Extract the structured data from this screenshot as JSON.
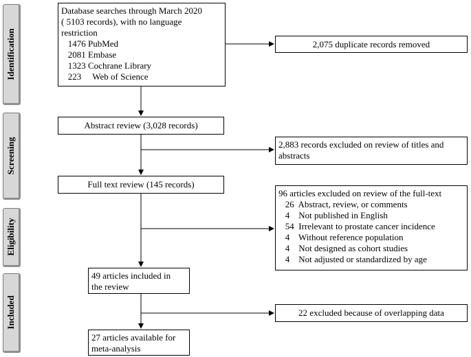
{
  "stages": {
    "identification": "Identification",
    "screening": "Screening",
    "eligibility": "Eligibility",
    "included": "Included"
  },
  "boxes": {
    "database_search": {
      "lines": [
        "Database searches through March 2020",
        "( 5103 records), with no language",
        "restriction",
        "   1476 PubMed",
        "   2081 Embase",
        "   1323 Cochrane Library",
        "   223     Web of Science"
      ]
    },
    "duplicates_removed": {
      "text": "2,075 duplicate records removed"
    },
    "abstract_review": {
      "text": "Abstract review (3,028 records)"
    },
    "excluded_titles": {
      "lines": [
        "2,883 records excluded on review of titles and",
        "abstracts"
      ]
    },
    "full_text_review": {
      "text": "Full text review (145 records)"
    },
    "excluded_fulltext": {
      "lines": [
        "96 articles excluded on review of the full-text",
        "   26  Abstract, review, or comments",
        "   4    Not published in English",
        "   54  Irrelevant to prostate cancer incidence",
        "   4    Without reference population",
        "   4    Not designed as cohort studies",
        "   4    Not adjusted or standardized by age"
      ]
    },
    "included_review": {
      "lines": [
        "49 articles included in",
        "the review"
      ]
    },
    "excluded_overlap": {
      "text": "22 excluded because of overlapping data"
    },
    "meta_analysis": {
      "lines": [
        "27 articles available for",
        "meta-analysis"
      ]
    }
  }
}
